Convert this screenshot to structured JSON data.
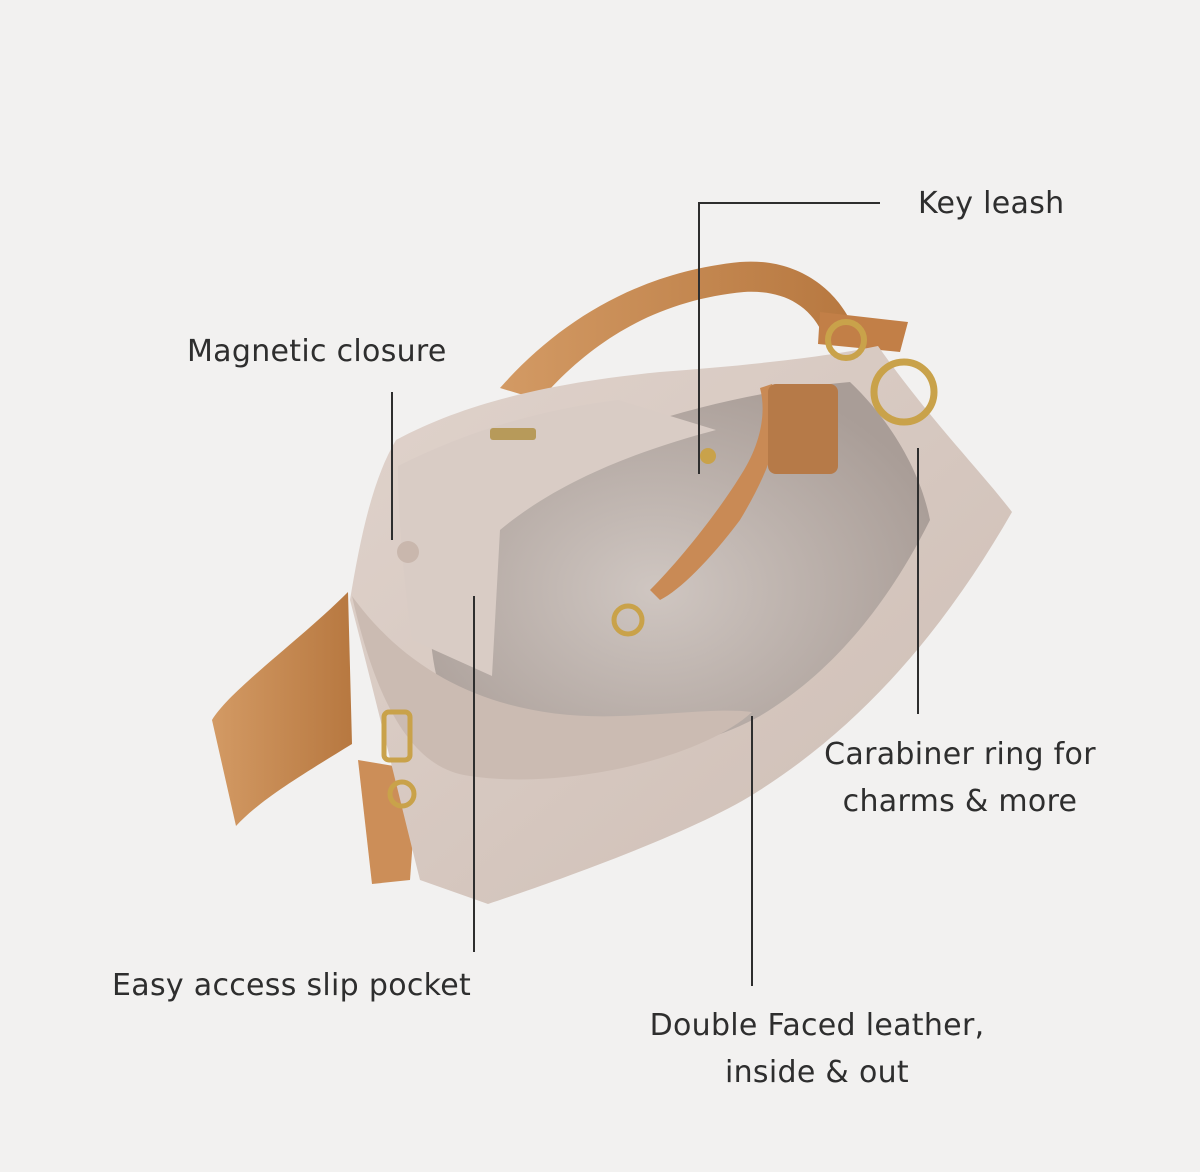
{
  "callouts": {
    "key_leash": "Key leash",
    "magnetic_closure": "Magnetic closure",
    "carabiner": [
      "Carabiner ring for",
      "charms & more"
    ],
    "slip_pocket": "Easy access slip pocket",
    "double_faced": [
      "Double Faced leather,",
      "inside & out"
    ]
  },
  "colors": {
    "background": "#f2f1f0",
    "bag_taupe": "#d6c7bf",
    "bag_interior": "#bcb1ab",
    "strap_tan": "#c98a55",
    "hardware_gold": "#c9a24a",
    "text": "#2e2e2e"
  }
}
